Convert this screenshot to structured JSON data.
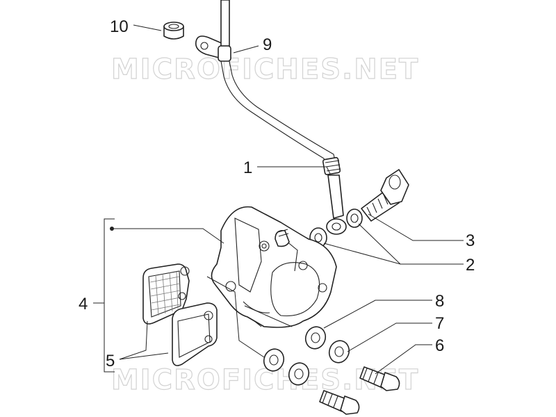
{
  "watermark": "MICROFICHES.NET",
  "callouts": [
    {
      "id": "1",
      "label": "1"
    },
    {
      "id": "2",
      "label": "2"
    },
    {
      "id": "3",
      "label": "3"
    },
    {
      "id": "4",
      "label": "4"
    },
    {
      "id": "5",
      "label": "5"
    },
    {
      "id": "6",
      "label": "6"
    },
    {
      "id": "7",
      "label": "7"
    },
    {
      "id": "8",
      "label": "8"
    },
    {
      "id": "9",
      "label": "9"
    },
    {
      "id": "10",
      "label": "10"
    }
  ],
  "colors": {
    "line": "#222222",
    "watermark": "#d2d2d2",
    "background": "#ffffff"
  }
}
